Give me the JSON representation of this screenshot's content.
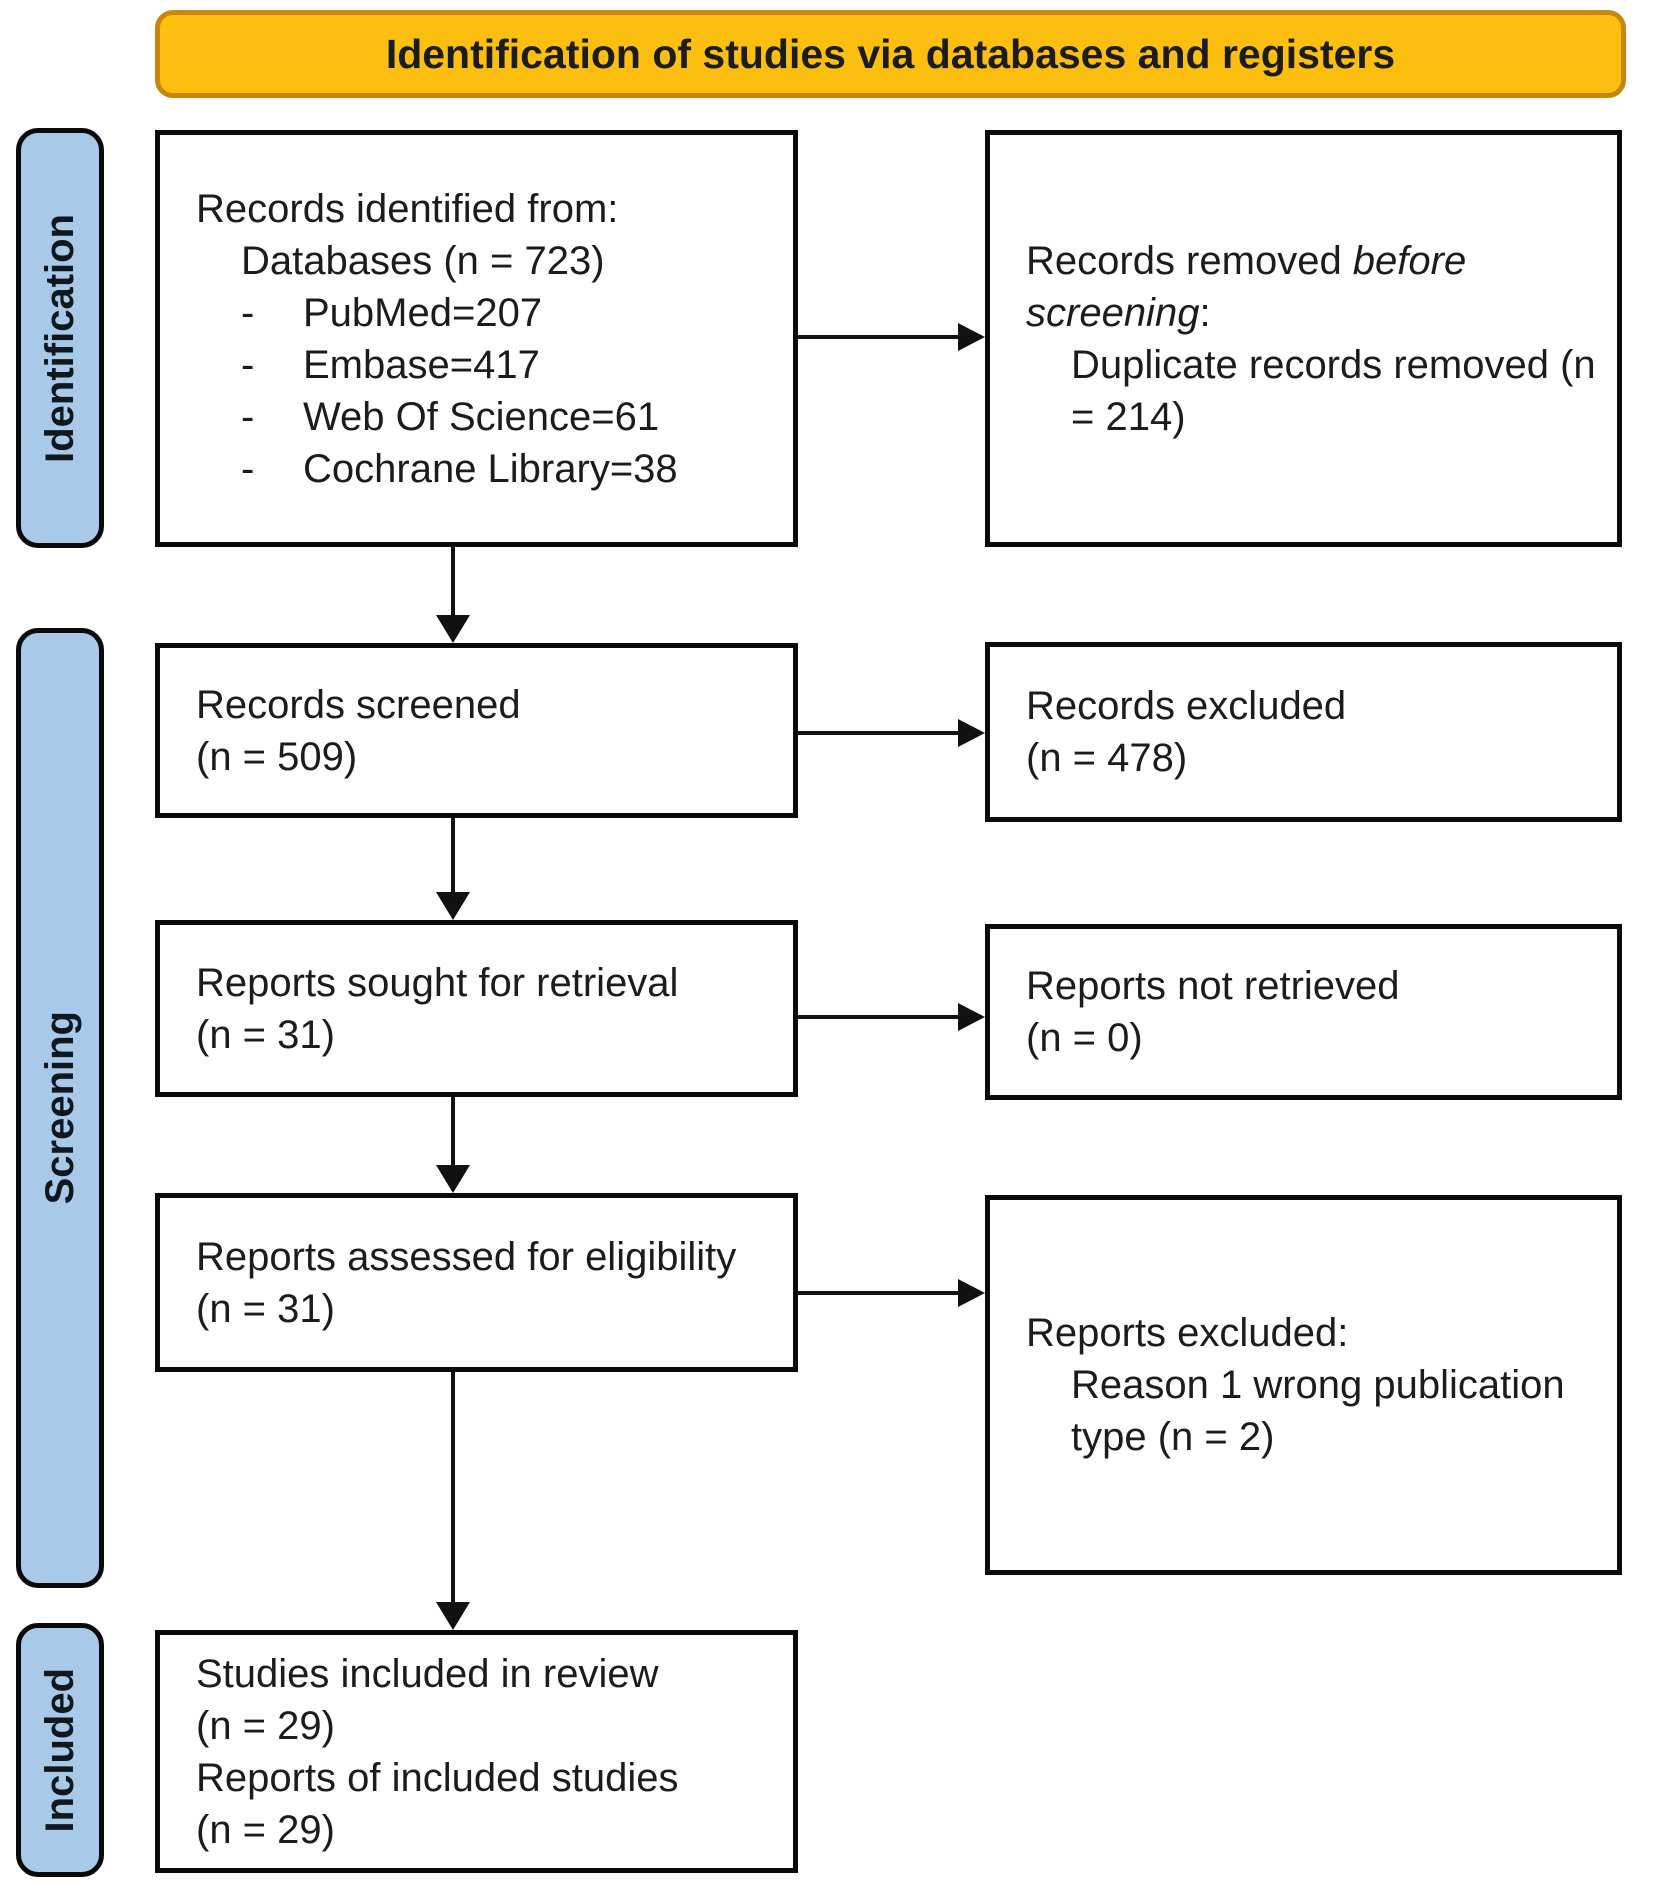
{
  "header": {
    "title": "Identification of studies via databases and registers"
  },
  "stages": {
    "identification": "Identification",
    "screening": "Screening",
    "included": "Included"
  },
  "bullet_marker": "-",
  "boxes": {
    "records_identified": {
      "title": "Records identified from:",
      "subtitle": "Databases (n = 723)",
      "bullets": [
        "PubMed=207",
        "Embase=417",
        "Web Of Science=61",
        "Cochrane Library=38"
      ]
    },
    "records_removed": {
      "line1_regular": "Records removed ",
      "line1_italic": "before",
      "line2_italic": "screening",
      "line2_regular": ":",
      "detail_lines": [
        "Duplicate records removed (n",
        "= 214)"
      ]
    },
    "records_screened": {
      "lines": [
        "Records screened",
        "(n = 509)"
      ]
    },
    "records_excluded": {
      "lines": [
        "Records excluded",
        "(n = 478)"
      ]
    },
    "reports_sought": {
      "lines": [
        "Reports sought for retrieval",
        "(n = 31)"
      ]
    },
    "reports_not_retrieved": {
      "lines": [
        "Reports not retrieved",
        "(n = 0)"
      ]
    },
    "reports_assessed": {
      "lines": [
        "Reports assessed for eligibility",
        "(n = 31)"
      ]
    },
    "reports_excluded": {
      "title": "Reports excluded:",
      "detail_lines": [
        "Reason 1 wrong publication",
        "type (n = 2)"
      ]
    },
    "studies_included": {
      "lines": [
        "Studies included in review",
        "(n = 29)",
        "Reports of included studies",
        "(n = 29)"
      ]
    }
  },
  "colors": {
    "header_fill": "#FCBF10",
    "header_border": "#C8860B",
    "stage_fill": "#A9C9E9",
    "stage_border": "#0A0A0A",
    "box_border": "#0A0A0A",
    "text": "#1C1C1C"
  }
}
